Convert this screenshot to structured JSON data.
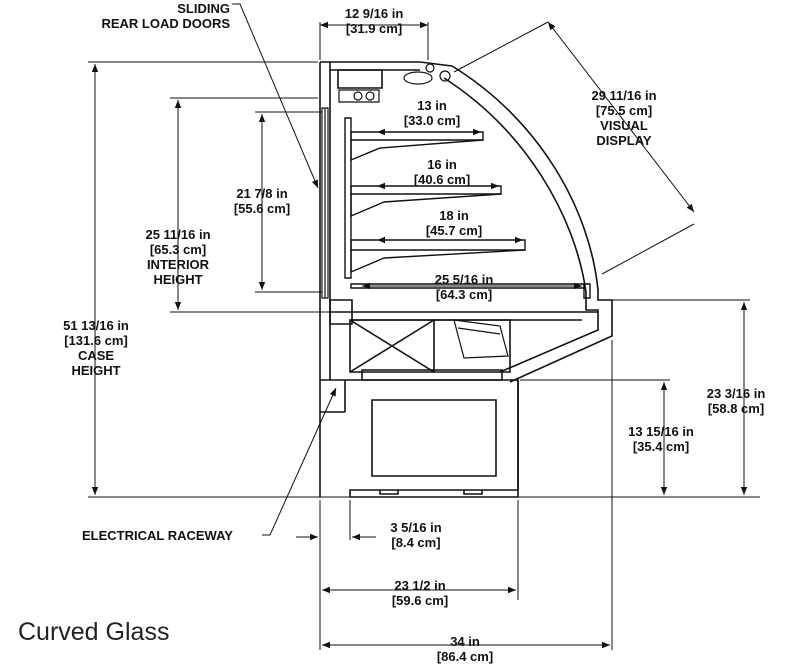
{
  "title": "Curved Glass",
  "callouts": {
    "sliding_doors": [
      "SLIDING",
      "REAR LOAD DOORS"
    ],
    "electrical_raceway": "ELECTRICAL RACEWAY"
  },
  "dimensions": {
    "top_width": [
      "12 9/16 in",
      "[31.9 cm]"
    ],
    "visual_display": [
      "29 11/16 in",
      "[75.5 cm]",
      "VISUAL",
      "DISPLAY"
    ],
    "shelf_top": [
      "13 in",
      "[33.0 cm]"
    ],
    "shelf_mid": [
      "16 in",
      "[40.6 cm]"
    ],
    "shelf_low": [
      "18 in",
      "[45.7 cm]"
    ],
    "shelf_span": [
      "21 7/8 in",
      "[55.6 cm]"
    ],
    "interior_height": [
      "25 11/16 in",
      "[65.3 cm]",
      "INTERIOR",
      "HEIGHT"
    ],
    "deck_depth": [
      "25 5/16 in",
      "[64.3 cm]"
    ],
    "case_height": [
      "51 13/16 in",
      "[131.6 cm]",
      "CASE",
      "HEIGHT"
    ],
    "front_height": [
      "23 3/16 in",
      "[58.8 cm]"
    ],
    "base_height": [
      "13 15/16 in",
      "[35.4 cm]"
    ],
    "raceway_depth": [
      "3 5/16 in",
      "[8.4 cm]"
    ],
    "base_width": [
      "23 1/2 in",
      "[59.6 cm]"
    ],
    "overall_depth": [
      "34 in",
      "[86.4 cm]"
    ]
  }
}
